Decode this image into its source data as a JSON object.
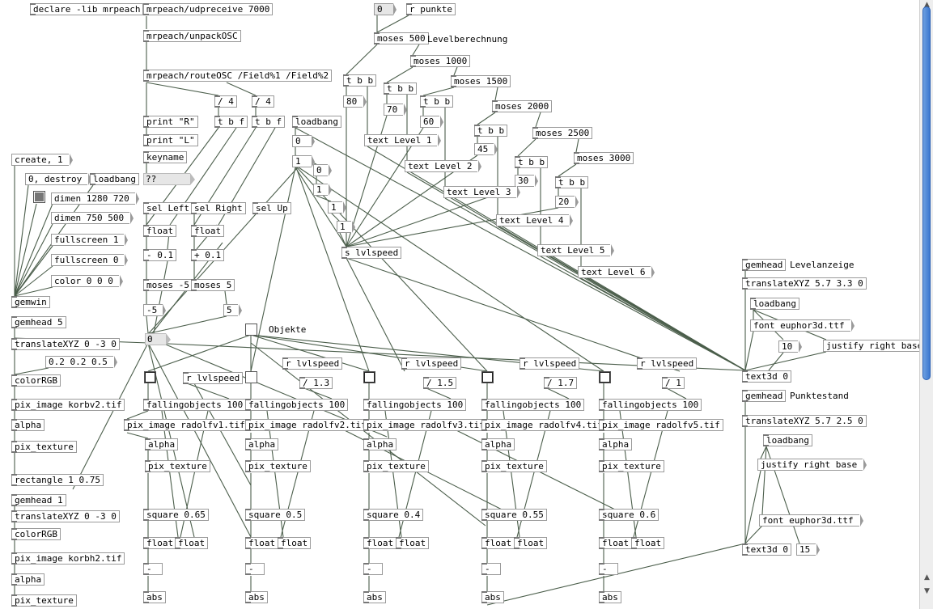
{
  "colors": {
    "wire": "#4b5e4b",
    "box_border": "#9a9a9a",
    "scroll_thumb": "#3c78d0"
  },
  "patch": {
    "objects": {
      "declare": "declare -lib mrpeach",
      "udpreceive": "mrpeach/udpreceive 7000",
      "unpackosc": "mrpeach/unpackOSC",
      "routeosc": "mrpeach/routeOSC /Field%1 /Field%2",
      "div4a": "/ 4",
      "div4b": "/ 4",
      "tbf1": "t b f",
      "tbf2": "t b f",
      "print_r": "print \"R\"",
      "print_l": "print \"L\"",
      "keyname": "keyname",
      "sel_left": "sel Left",
      "sel_right": "sel Right",
      "sel_up": "sel Up",
      "float1": "float",
      "float2": "float",
      "minus01": "- 0.1",
      "plus01": "+ 0.1",
      "moses_m5": "moses -5",
      "moses_5": "moses 5",
      "r_punkte": "r punkte",
      "moses500": "moses 500",
      "moses1000": "moses 1000",
      "moses1500": "moses 1500",
      "moses2000": "moses 2000",
      "moses2500": "moses 2500",
      "moses3000": "moses 3000",
      "tbb1": "t b b",
      "tbb2": "t b b",
      "tbb3": "t b b",
      "tbb4": "t b b",
      "tbb5": "t b b",
      "tbb6": "t b b",
      "loadbang1": "loadbang",
      "s_lvlspeed": "s lvlspeed",
      "gemwin": "gemwin",
      "gemhead5": "gemhead 5",
      "translate_l1": "translateXYZ 0 -3 0",
      "colorrgb1": "colorRGB",
      "pix_image_korbv2": "pix_image korbv2.tif",
      "alpha_l1": "alpha",
      "pix_texture_l1": "pix_texture",
      "rectangle": "rectangle 1 0.75",
      "gemhead1": "gemhead 1",
      "translate_l2": "translateXYZ 0 -3 0",
      "colorrgb2": "colorRGB",
      "pix_image_korbh2": "pix_image korbh2.tif",
      "alpha_l2": "alpha",
      "pix_texture_l2": "pix_texture",
      "loadbang_l": "loadbang",
      "gemhead_lvl": "gemhead",
      "translate_lvl": "translateXYZ 5.7 3.3 0",
      "loadbang_lvl": "loadbang",
      "font_lvl": "font euphor3d.ttf",
      "text3d_lvl": "text3d 0",
      "gemhead_pts": "gemhead",
      "translate_pts": "translateXYZ 5.7 2.5 0",
      "loadbang_pts": "loadbang",
      "font_pts": "font euphor3d.ttf",
      "text3d_pts": "text3d 0"
    },
    "messages": {
      "create": "create, 1",
      "destroy": "0, destroy",
      "dimen1280": "dimen 1280 720",
      "dimen750": "dimen 750 500",
      "fullscreen1": "fullscreen 1",
      "fullscreen0": "fullscreen 0",
      "color000": "color 0 0 0",
      "rgb": "0.2 0.2 0.5",
      "text_level1": "text Level 1",
      "text_level2": "text Level 2",
      "text_level3": "text Level 3",
      "text_level4": "text Level 4",
      "text_level5": "text Level 5",
      "text_level6": "text Level 6",
      "justify_lvl": "justify right base",
      "justify_pts": "justify right base",
      "m80": "80",
      "m70": "70",
      "m60": "60",
      "m45": "45",
      "m30": "30",
      "m20": "20",
      "m0": "0",
      "m1a": "1",
      "m1b": "1",
      "m1c": "1",
      "m5": "5",
      "m10": "10",
      "m15": "15"
    },
    "numbers": {
      "num_top": "0",
      "num_lb": "0",
      "num_1": "1",
      "num_m5": "-5",
      "num_mid": "0"
    },
    "symbol": "??",
    "comments": {
      "levelberechnung": "Levelberechnung",
      "objekte": "Objekte",
      "levelanzeige": "Levelanzeige",
      "punktestand": "Punktestand"
    },
    "columns": [
      {
        "r_lvlspeed": "r lvlspeed",
        "div": "",
        "falling": "fallingobjects 100",
        "pix_image": "pix_image radolfv1.tif",
        "alpha": "alpha",
        "pix_texture": "pix_texture",
        "square": "square 0.65",
        "float_a": "float",
        "float_b": "float",
        "minus": "-",
        "abs": "abs"
      },
      {
        "r_lvlspeed": "r lvlspeed",
        "div": "/ 1.3",
        "falling": "fallingobjects 100",
        "pix_image": "pix_image radolfv2.tif",
        "alpha": "alpha",
        "pix_texture": "pix_texture",
        "square": "square 0.5",
        "float_a": "float",
        "float_b": "float",
        "minus": "-",
        "abs": "abs"
      },
      {
        "r_lvlspeed": "r lvlspeed",
        "div": "/ 1.5",
        "falling": "fallingobjects 100",
        "pix_image": "pix_image radolfv3.tif",
        "alpha": "alpha",
        "pix_texture": "pix_texture",
        "square": "square 0.4",
        "float_a": "float",
        "float_b": "float",
        "minus": "-",
        "abs": "abs"
      },
      {
        "r_lvlspeed": "r lvlspeed",
        "div": "/ 1.7",
        "falling": "fallingobjects 100",
        "pix_image": "pix_image radolfv4.tif",
        "alpha": "alpha",
        "pix_texture": "pix_texture",
        "square": "square 0.55",
        "float_a": "float",
        "float_b": "float",
        "minus": "-",
        "abs": "abs"
      },
      {
        "r_lvlspeed": "r lvlspeed",
        "div": "/ 1",
        "falling": "fallingobjects 100",
        "pix_image": "pix_image radolfv5.tif",
        "alpha": "alpha",
        "pix_texture": "pix_texture",
        "square": "square 0.6",
        "float_a": "float",
        "float_b": "float",
        "minus": "-",
        "abs": "abs"
      }
    ]
  },
  "scrollbar": {
    "up_icon": "up-arrow-icon",
    "down_icon": "down-arrow-icon"
  }
}
